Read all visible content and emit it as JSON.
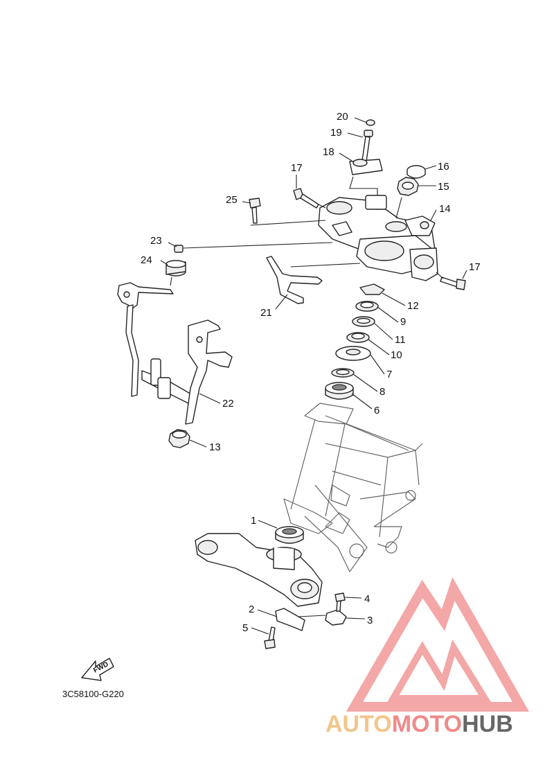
{
  "diagram": {
    "drawing_code": "3C58100-G220",
    "fwd_label": "FWD",
    "callouts": [
      "1",
      "2",
      "3",
      "4",
      "5",
      "6",
      "7",
      "8",
      "9",
      "10",
      "11",
      "12",
      "13",
      "14",
      "15",
      "16",
      "17",
      "17",
      "18",
      "19",
      "20",
      "21",
      "22",
      "23",
      "24",
      "25"
    ]
  },
  "watermark": {
    "part1": "AUTO",
    "part2": "MOTO",
    "part3": "HUB",
    "colors": {
      "auto": "#f3c58a",
      "moto": "#f08a8a",
      "hub": "#666666",
      "logo": "#f08a8a"
    }
  }
}
